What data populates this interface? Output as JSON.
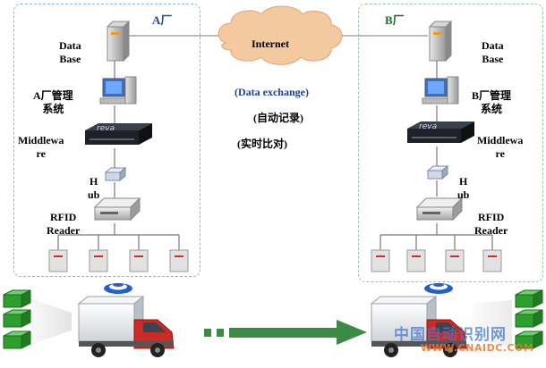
{
  "factory_a": {
    "title": "A厂",
    "database_label": "Data\nBase",
    "system_label": "A厂管理\n系统",
    "middleware_label": "Middlewa\nre",
    "hub_label": "H\nub",
    "reader_label": "RFID\nReader"
  },
  "factory_b": {
    "title": "B厂",
    "database_label": "Data\nBase",
    "system_label": "B厂管理\n系统",
    "middleware_label": "Middlewa\nre",
    "hub_label": "H\nub",
    "reader_label": "RFID\nReader"
  },
  "center": {
    "cloud_label": "Internet",
    "exchange_label": "(Data exchange)",
    "auto_record_label": "(自动记录)",
    "realtime_compare_label": "(实时比对)"
  },
  "device_brand": "reva",
  "watermark": {
    "line1": "中国自动识别网",
    "line2": "WWW.CNAIDC.COM"
  },
  "colors": {
    "factory_a_border": "#8ab4d8",
    "factory_b_border": "#9cc7a5",
    "cloud": "#f4c9a0",
    "arrow": "#3b8a45",
    "truck_cab": "#cc2a24",
    "crate": "#2e9e2e"
  }
}
